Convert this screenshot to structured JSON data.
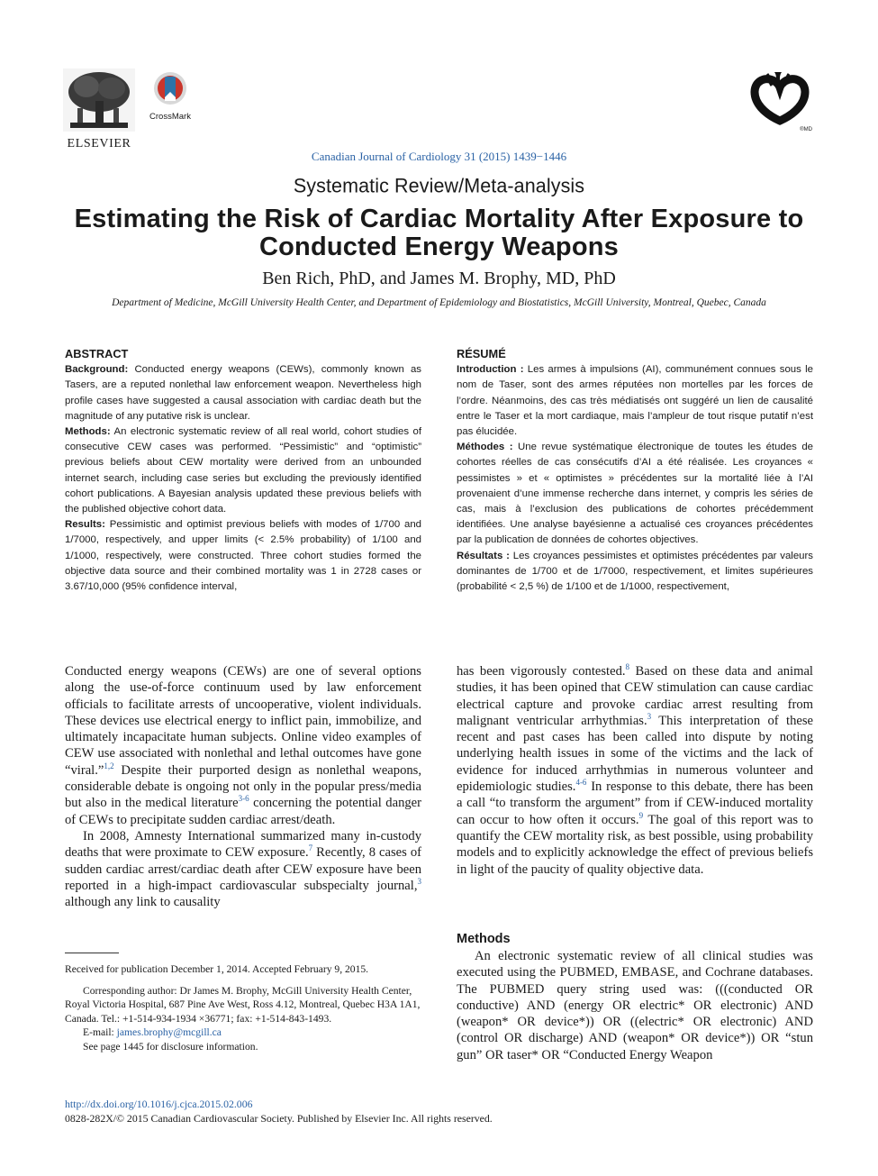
{
  "header": {
    "publisher": "ELSEVIER",
    "crossmark": "CrossMark",
    "society_mark": "®MD",
    "journal_line": "Canadian Journal of Cardiology 31 (2015) 1439−1446"
  },
  "article": {
    "type": "Systematic Review/Meta-analysis",
    "title_line1": "Estimating the Risk of Cardiac Mortality After Exposure to",
    "title_line2": "Conducted Energy Weapons",
    "authors": "Ben Rich, PhD, and James M. Brophy, MD, PhD",
    "affiliation": "Department of Medicine, McGill University Health Center, and Department of Epidemiology and Biostatistics, McGill University, Montreal, Quebec, Canada"
  },
  "abstract_en": {
    "heading": "ABSTRACT",
    "background_label": "Background:",
    "background_text": "Conducted energy weapons (CEWs), commonly known as Tasers, are a reputed nonlethal law enforcement weapon. Nevertheless high profile cases have suggested a causal association with cardiac death but the magnitude of any putative risk is unclear.",
    "methods_label": "Methods:",
    "methods_text": "An electronic systematic review of all real world, cohort studies of consecutive CEW cases was performed. “Pessimistic” and “optimistic” previous beliefs about CEW mortality were derived from an unbounded internet search, including case series but excluding the previously identified cohort publications. A Bayesian analysis updated these previous beliefs with the published objective cohort data.",
    "results_label": "Results:",
    "results_text": "Pessimistic and optimist previous beliefs with modes of 1/700 and 1/7000, respectively, and upper limits (< 2.5% probability) of 1/100 and 1/1000, respectively, were constructed. Three cohort studies formed the objective data source and their combined mortality was 1 in 2728 cases or 3.67/10,000 (95% confidence interval,"
  },
  "abstract_fr": {
    "heading": "RÉSUMÉ",
    "intro_label": "Introduction :",
    "intro_text": "Les armes à impulsions (AI), communément connues sous le nom de Taser, sont des armes réputées non mortelles par les forces de l’ordre. Néanmoins, des cas très médiatisés ont suggéré un lien de causalité entre le Taser et la mort cardiaque, mais l’ampleur de tout risque putatif n’est pas élucidée.",
    "methods_label": "Méthodes :",
    "methods_text": "Une revue systématique électronique de toutes les études de cohortes réelles de cas consécutifs d’AI a été réalisée. Les croyances « pessimistes » et « optimistes » précédentes sur la mortalité liée à l’AI provenaient d’une immense recherche dans internet, y compris les séries de cas, mais à l’exclusion des publications de cohortes précédemment identifiées. Une analyse bayésienne a actualisé ces croyances précédentes par la publication de données de cohortes objectives.",
    "results_label": "Résultats :",
    "results_text": "Les croyances pessimistes et optimistes précédentes par valeurs dominantes de 1/700 et de 1/7000, respectivement, et limites supérieures (probabilité < 2,5 %) de 1/100 et de 1/1000, respectivement,"
  },
  "body_left": {
    "p1_a": "Conducted energy weapons (CEWs) are one of several options along the use-of-force continuum used by law enforcement officials to facilitate arrests of uncooperative, violent individuals. These devices use electrical energy to inflict pain, immobilize, and ultimately incapacitate human subjects. Online video examples of CEW use associated with nonlethal and lethal outcomes have gone “viral.”",
    "p1_ref1": "1,2",
    "p1_b": " Despite their purported design as nonlethal weapons, considerable debate is ongoing not only in the popular press/media but also in the medical literature",
    "p1_ref2": "3-6",
    "p1_c": " concerning the potential danger of CEWs to precipitate sudden cardiac arrest/death.",
    "p2_a": "In 2008, Amnesty International summarized many in-custody deaths that were proximate to CEW exposure.",
    "p2_ref1": "7",
    "p2_b": " Recently, 8 cases of sudden cardiac arrest/cardiac death after CEW exposure have been reported in a high-impact cardiovascular subspecialty journal,",
    "p2_ref2": "3",
    "p2_c": " although any link to causality"
  },
  "body_right": {
    "p1_a": "has been vigorously contested.",
    "p1_ref1": "8",
    "p1_b": " Based on these data and animal studies, it has been opined that CEW stimulation can cause cardiac electrical capture and provoke cardiac arrest resulting from malignant ventricular arrhythmias.",
    "p1_ref2": "3",
    "p1_c": " This interpretation of these recent and past cases has been called into dispute by noting underlying health issues in some of the victims and the lack of evidence for induced arrhythmias in numerous volunteer and epidemiologic studies.",
    "p1_ref3": "4-6",
    "p1_d": " In response to this debate, there has been a call “to transform the argument” from if CEW-induced mortality can occur to how often it occurs.",
    "p1_ref4": "9",
    "p1_e": " The goal of this report was to quantify the CEW mortality risk, as best possible, using probability models and to explicitly acknowledge the effect of previous beliefs in light of the paucity of quality objective data.",
    "methods_heading": "Methods",
    "methods_text": "An electronic systematic review of all clinical studies was executed using the PUBMED, EMBASE, and Cochrane databases. The PUBMED query string used was: (((conducted OR conductive) AND (energy OR electric* OR electronic) AND (weapon* OR device*)) OR ((electric* OR electronic) AND (control OR discharge) AND (weapon* OR device*)) OR “stun gun” OR taser* OR “Conducted Energy Weapon"
  },
  "footnotes": {
    "received": "Received for publication December 1, 2014. Accepted February 9, 2015.",
    "corresponding": "Corresponding author: Dr James M. Brophy, McGill University Health Center, Royal Victoria Hospital, 687 Pine Ave West, Ross 4.12, Montreal, Quebec H3A 1A1, Canada. Tel.: +1-514-934-1934 ×36771; fax: +1-514-843-1493.",
    "email_label": "E-mail: ",
    "email": "james.brophy@mcgill.ca",
    "disclosure": "See page 1445 for disclosure information."
  },
  "footer": {
    "doi": "http://dx.doi.org/10.1016/j.cjca.2015.02.006",
    "copyright": "0828-282X/© 2015 Canadian Cardiovascular Society. Published by Elsevier Inc. All rights reserved."
  }
}
